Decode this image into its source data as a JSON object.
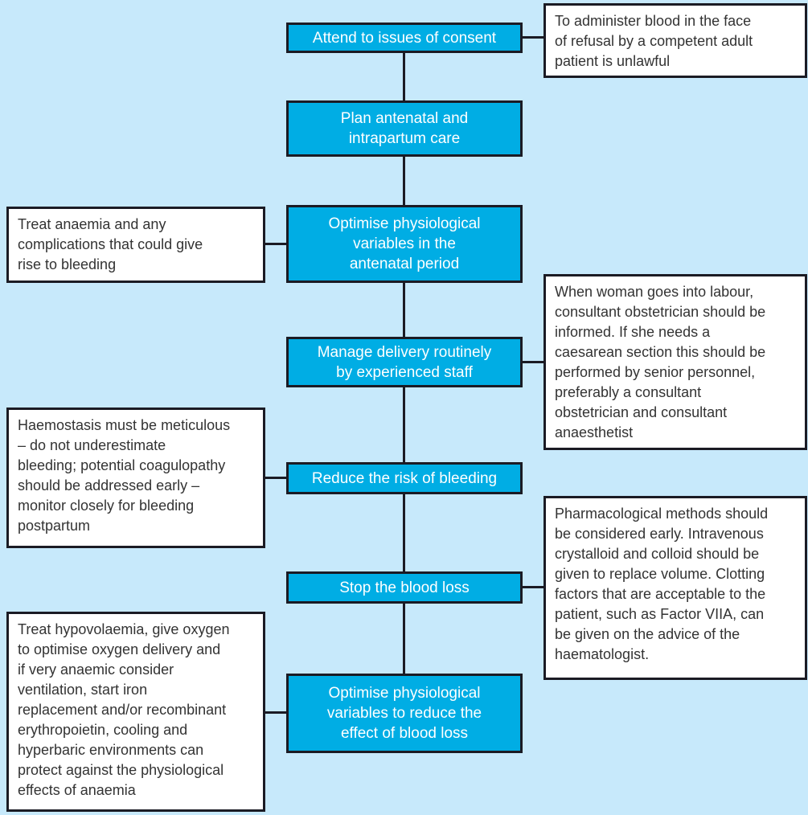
{
  "colors": {
    "background": "#c7e9fb",
    "node_fill": "#00ade4",
    "node_text": "#ffffff",
    "border": "#1b1b24",
    "note_fill": "#ffffff",
    "note_text": "#333333"
  },
  "flow": {
    "nodes": [
      {
        "id": "attend-consent",
        "label": "Attend to issues of consent"
      },
      {
        "id": "plan-care",
        "label": "Plan antenatal and\nintrapartum care"
      },
      {
        "id": "optimise-antenatal",
        "label": "Optimise physiological\nvariables in the\nantenatal period"
      },
      {
        "id": "manage-delivery",
        "label": "Manage delivery routinely\nby experienced staff"
      },
      {
        "id": "reduce-bleeding-risk",
        "label": "Reduce the risk of bleeding"
      },
      {
        "id": "stop-blood-loss",
        "label": "Stop the blood loss"
      },
      {
        "id": "optimise-blood-loss",
        "label": "Optimise physiological\nvariables to reduce the\neffect of blood loss"
      }
    ]
  },
  "left_notes": [
    {
      "id": "treat-anaemia",
      "text": "Treat anaemia and any\ncomplications that could give\nrise to bleeding"
    },
    {
      "id": "haemostasis",
      "text": "Haemostasis must be meticulous\n– do not underestimate\nbleeding; potential coagulopathy\nshould be addressed early –\nmonitor closely for bleeding\npostpartum"
    },
    {
      "id": "treat-hypovolaemia",
      "text": "Treat hypovolaemia, give oxygen\nto optimise oxygen delivery and\nif very anaemic consider\nventilation, start iron\nreplacement and/or recombinant\nerythropoietin, cooling and\nhyperbaric environments can\nprotect against the physiological\neffects of anaemia"
    }
  ],
  "right_notes": [
    {
      "id": "consent-unlawful",
      "text": "To administer blood in the face\nof refusal by a competent adult\npatient is unlawful"
    },
    {
      "id": "labour-consultant",
      "text": "When woman goes into labour,\nconsultant obstetrician should be\ninformed. If she needs a\ncaesarean section this should be\nperformed by senior personnel,\npreferably a consultant\nobstetrician and consultant\nanaesthetist"
    },
    {
      "id": "pharmacological",
      "text": "Pharmacological methods should\nbe considered early. Intravenous\ncrystalloid and colloid should be\ngiven to replace volume. Clotting\nfactors that are acceptable to the\npatient, such as Factor VIIA, can\nbe given on the advice of the\nhaematologist."
    }
  ]
}
